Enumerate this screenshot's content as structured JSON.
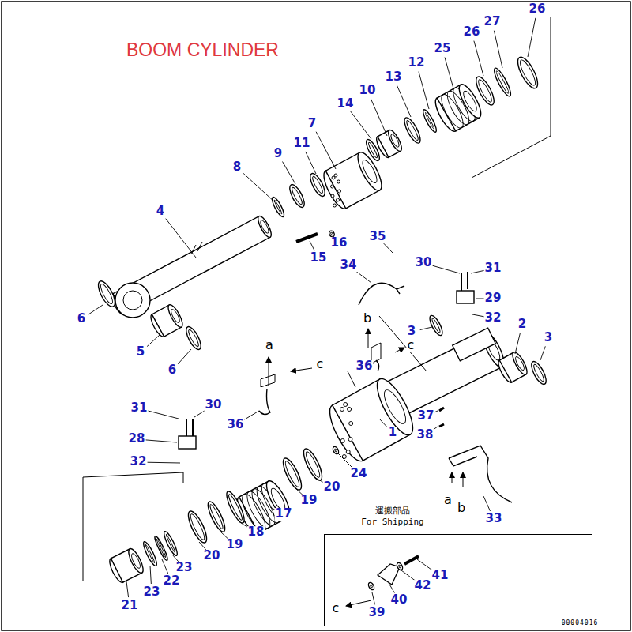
{
  "diagram": {
    "title": "BOOM CYLINDER",
    "nodes": [
      {
        "text": [
          "運搬部品",
          "For Shipping"
        ]
      }
    ],
    "edges": [],
    "labels": [
      "26",
      "27",
      "26",
      "25",
      "12",
      "13",
      "10",
      "14",
      "7",
      "11",
      "9",
      "8",
      "4",
      "35",
      "16",
      "15",
      "34",
      "30",
      "31",
      "6",
      "29",
      "32",
      "b",
      "3",
      "2",
      "3",
      "5",
      "a",
      "c",
      "c",
      "36",
      "6",
      "31",
      "30",
      "36",
      "37",
      "1",
      "38",
      "28",
      "32",
      "24",
      "20",
      "19",
      "17",
      "18",
      "19",
      "20",
      "a",
      "b",
      "33",
      "23",
      "22",
      "23",
      "21",
      "41",
      "42",
      "40",
      "39",
      "c",
      "00004016"
    ]
  }
}
